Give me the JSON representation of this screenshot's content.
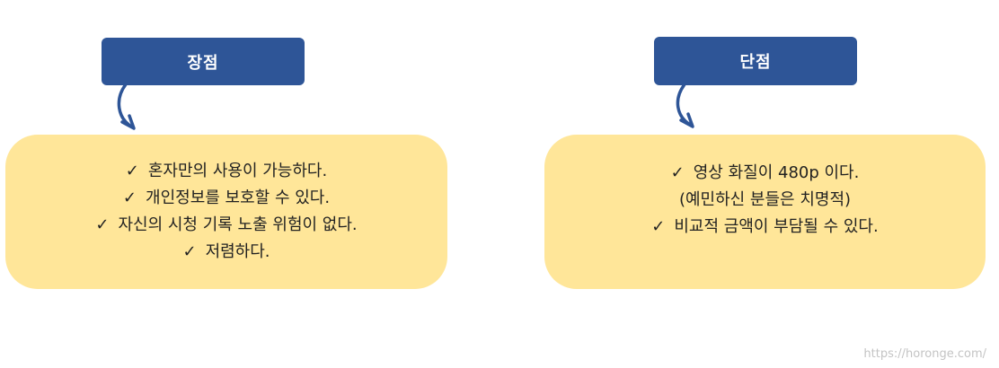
{
  "pros": {
    "title": "장점",
    "items": [
      "혼자만의 사용이 가능하다.",
      "개인정보를 보호할 수 있다.",
      "자신의 시청 기록 노출 위험이 없다.",
      "저렴하다."
    ]
  },
  "cons": {
    "title": "단점",
    "lines": [
      {
        "check": true,
        "text": "영상 화질이 480p 이다."
      },
      {
        "check": false,
        "text": "(예민하신 분들은 치명적)"
      },
      {
        "check": true,
        "text": "비교적 금액이 부담될 수 있다."
      }
    ]
  },
  "check_mark": "✓",
  "watermark": "https://horonge.com/",
  "colors": {
    "header_bg": "#2e5597",
    "box_bg": "#ffe699",
    "arrow": "#2e5597"
  }
}
